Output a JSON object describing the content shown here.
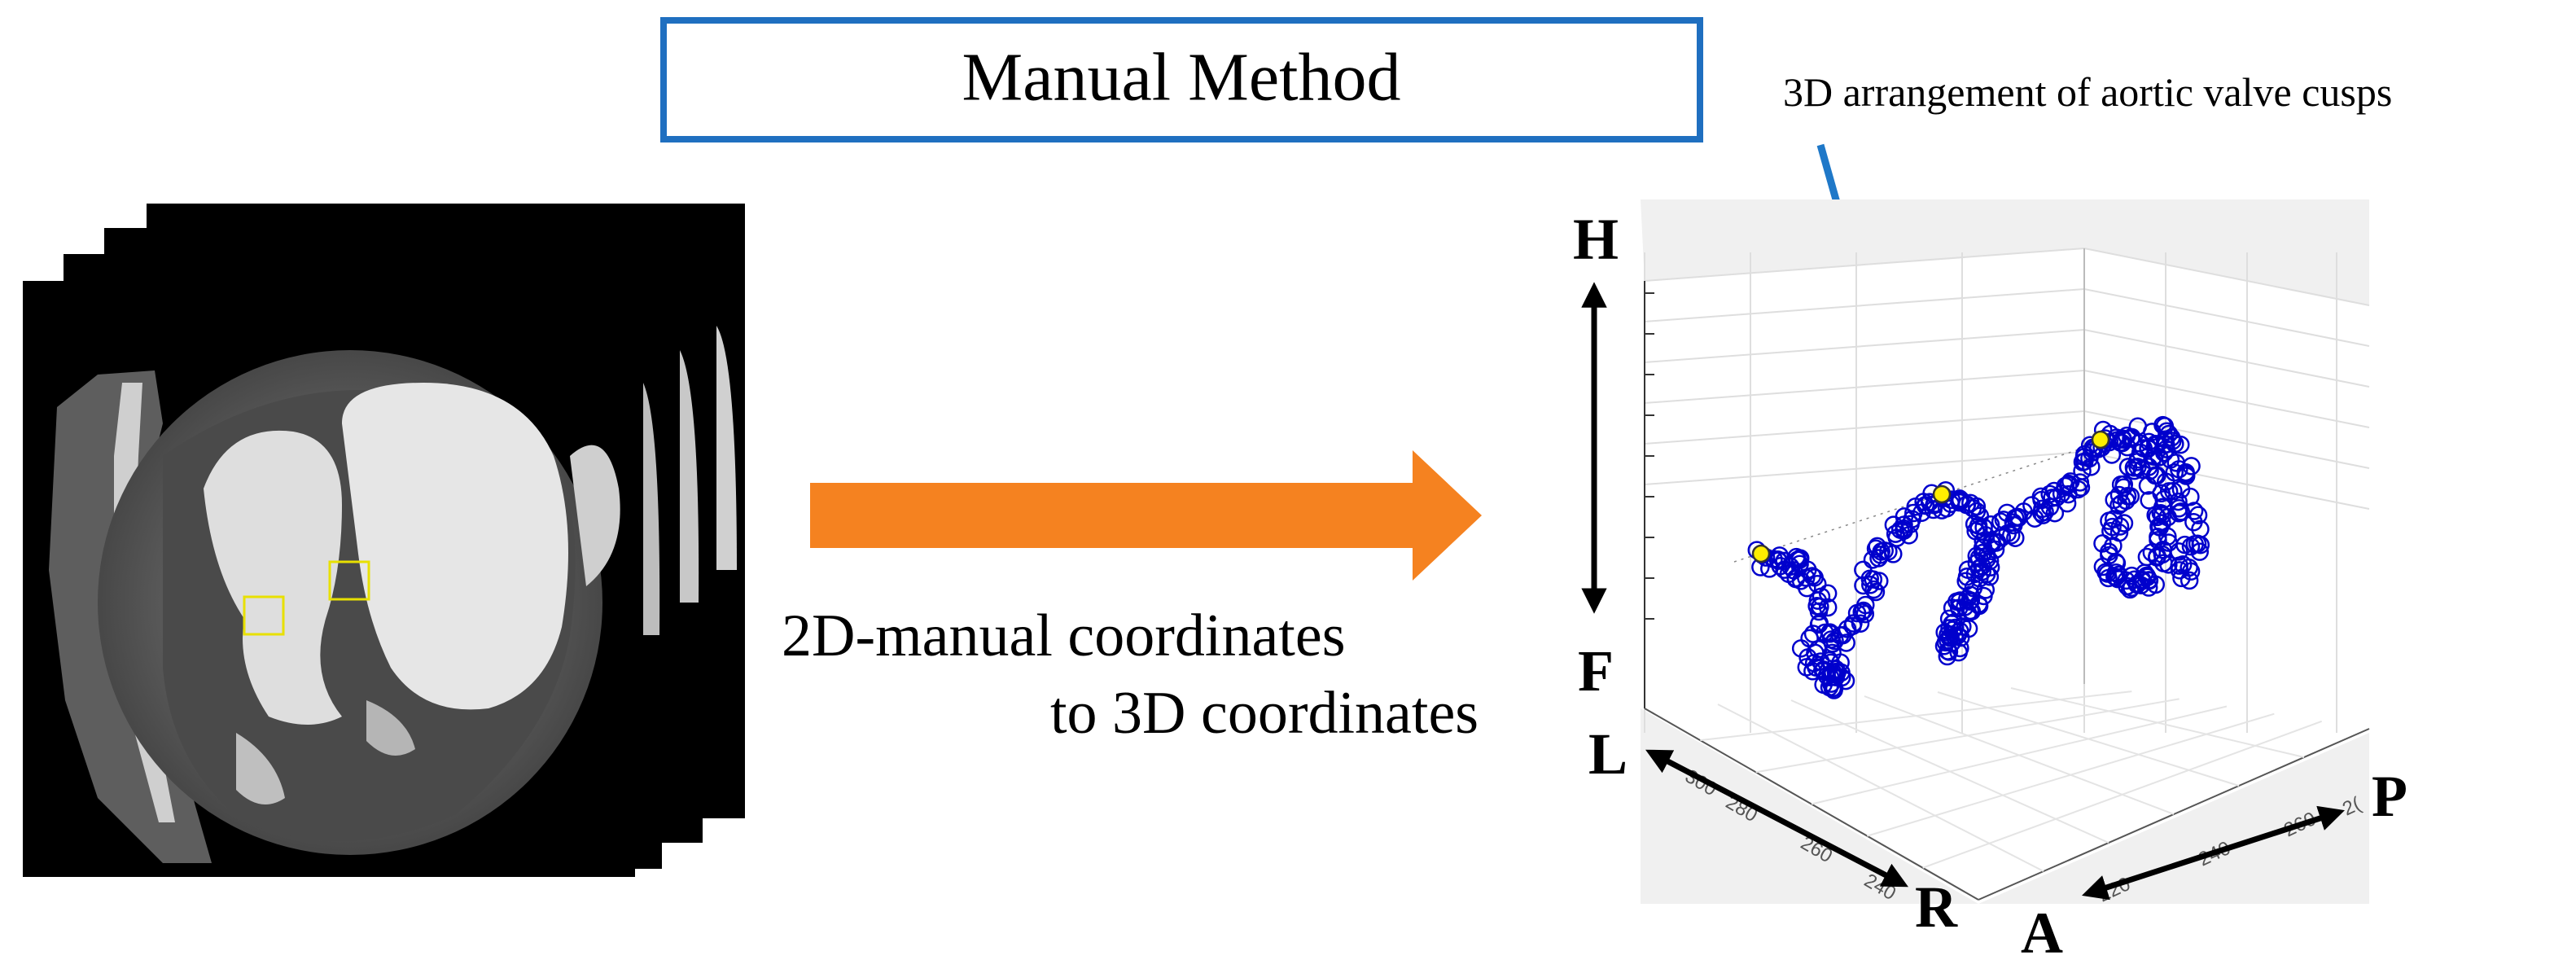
{
  "title": "Manual Method",
  "annotation": "3D arrangement of aortic valve cusps",
  "conversion_label": {
    "line1": "2D-manual coordinates",
    "line2": "to 3D coordinates"
  },
  "axis_directions": {
    "top": "H",
    "bottom": "F",
    "left_axis_end": "L",
    "left_axis_start": "R",
    "right_axis_start": "A",
    "right_axis_end": "P"
  },
  "axis_ticks": {
    "left_axis": [
      "300",
      "280",
      "260",
      "240"
    ],
    "right_axis": [
      "220",
      "240",
      "260",
      "2("
    ]
  },
  "colors": {
    "title_border": "#1f6fc0",
    "annotation_arrow": "#1f78c8",
    "process_arrow": "#f58220",
    "marker_edge": "#0000cc",
    "highlight_marker": "#ffee00",
    "roi_box": "#e8e000",
    "plot_background": "#f0f0f0"
  }
}
